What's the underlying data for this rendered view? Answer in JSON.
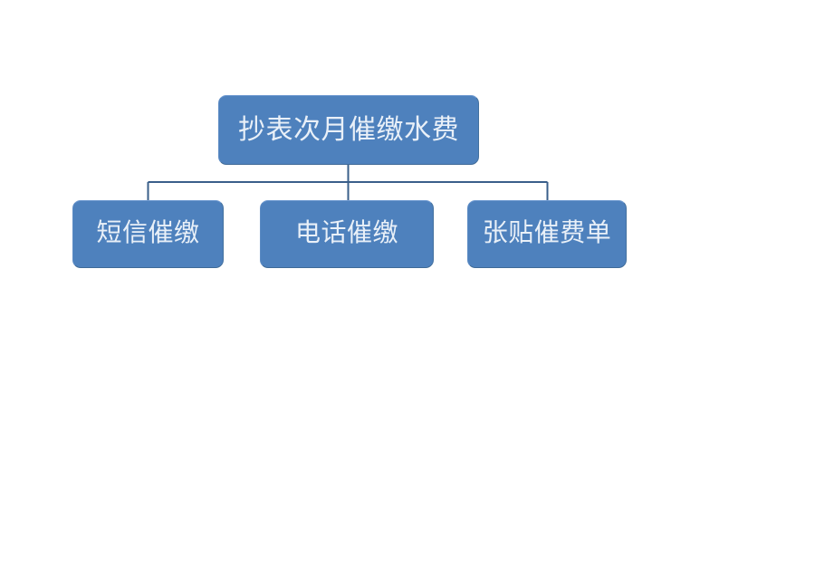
{
  "diagram": {
    "type": "organization-chart",
    "orientation": "top-down",
    "background_color": "#ffffff",
    "node_fill_color": "#4e81bd",
    "node_text_color": "#e9f0f8",
    "connector_color": "#3a5f8a",
    "root": {
      "id": "root",
      "label": "抄表次月催缴水费"
    },
    "children": [
      {
        "id": "child-0",
        "label": "短信催缴"
      },
      {
        "id": "child-1",
        "label": "电话催缴"
      },
      {
        "id": "child-2",
        "label": "张贴催费单"
      }
    ]
  }
}
